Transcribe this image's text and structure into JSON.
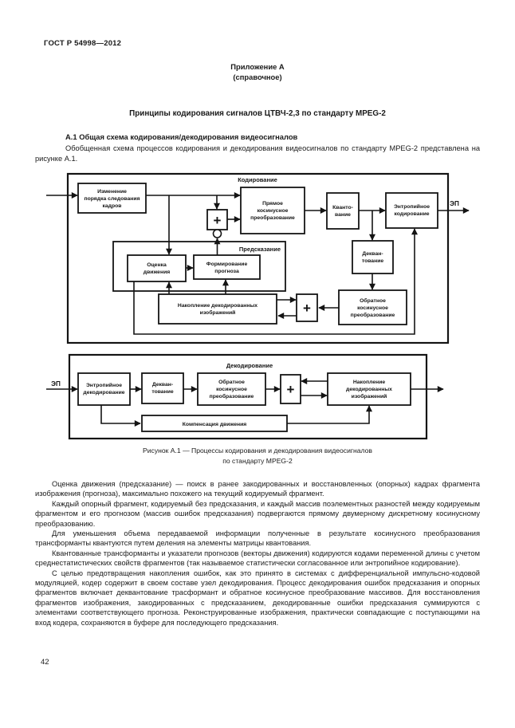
{
  "header": {
    "standard": "ГОСТ Р 54998—2012",
    "page_number": "42"
  },
  "appendix": {
    "name": "Приложение А",
    "kind": "(справочное)"
  },
  "title": "Принципы кодирования сигналов ЦТВЧ-2,3 по стандарту MPEG-2",
  "section_a1": {
    "heading": "А.1 Общая схема кодирования/декодирования видеосигналов",
    "intro": "Обобщенная схема процессов кодирования и декодирования видеосигналов по стандарту MPEG-2 представлена на рисунке А.1."
  },
  "figure": {
    "caption": [
      "Рисунок А.1 — Процессы кодирования и декодирования видеосигналов",
      "по стандарту MPEG-2"
    ],
    "encoder": {
      "label": "Кодирование",
      "output_label": "ЭП",
      "plus": "+",
      "blocks": {
        "reorder": [
          "Изменение",
          "порядка следования",
          "кадров"
        ],
        "dct": [
          "Прямое",
          "косинусное",
          "преобразование"
        ],
        "quantizer": [
          "Кванто-",
          "вание"
        ],
        "entropy_coder": [
          "Энтропийное",
          "кодирование"
        ],
        "dequantizer": [
          "Декван-",
          "тование"
        ],
        "idct": [
          "Обратное",
          "косинусное",
          "преобразование"
        ],
        "frame_store": [
          "Накопление декодированных",
          "изображений"
        ],
        "prediction_group": "Предсказание",
        "motion_estimation": [
          "Оценка",
          "движения"
        ],
        "predictor": [
          "Формирование",
          "прогноза"
        ]
      }
    },
    "decoder": {
      "label": "Декодирование",
      "input_label": "ЭП",
      "plus": "+",
      "blocks": {
        "entropy_decoder": [
          "Энтропийное",
          "декодирование"
        ],
        "dequantizer": [
          "Декван-",
          "тование"
        ],
        "idct": [
          "Обратное",
          "косинусное",
          "преобразование"
        ],
        "frame_store": [
          "Накопление",
          "декодированных",
          "изображений"
        ],
        "motion_compensation": "Компенсация движения"
      }
    }
  },
  "paragraphs": [
    "Оценка движения (предсказание) — поиск в ранее закодированных и восстановленных (опорных) кадрах фрагмента изображения (прогноза), максимально похожего на текущий кодируемый фрагмент.",
    "Каждый опорный фрагмент, кодируемый без предсказания, и каждый массив поэлементных разностей между кодируемым фрагментом и его прогнозом (массив ошибок предсказания) подвергаются прямому двумерному дискретному косинусному преобразованию.",
    "Для уменьшения объема передаваемой информации полученные в результате косинусного преобразования трансформанты квантуются путем деления на элементы матрицы квантования.",
    "Квантованные трансформанты и указатели прогнозов (векторы движения) кодируются кодами переменной длины с учетом среднестатистических свойств фрагментов (так называемое статистически согласованное или энтропийное кодирование).",
    "С целью предотвращения накопления ошибок, как это принято в системах с дифференциальной импульсно-кодовой модуляцией, кодер содержит в своем составе узел декодирования. Процесс декодирования ошибок предсказания и опорных фрагментов включает деквантование трасформант и обратное косинусное преобразование массивов. Для восстановления фрагментов изображения, закодированных с предсказанием, декодированные ошибки предсказания суммируются с элементами соответствующего прогноза. Реконструированные изображения, практически совпадающие с поступающими на вход кодера, сохраняются в буфере для последующего предсказания."
  ]
}
